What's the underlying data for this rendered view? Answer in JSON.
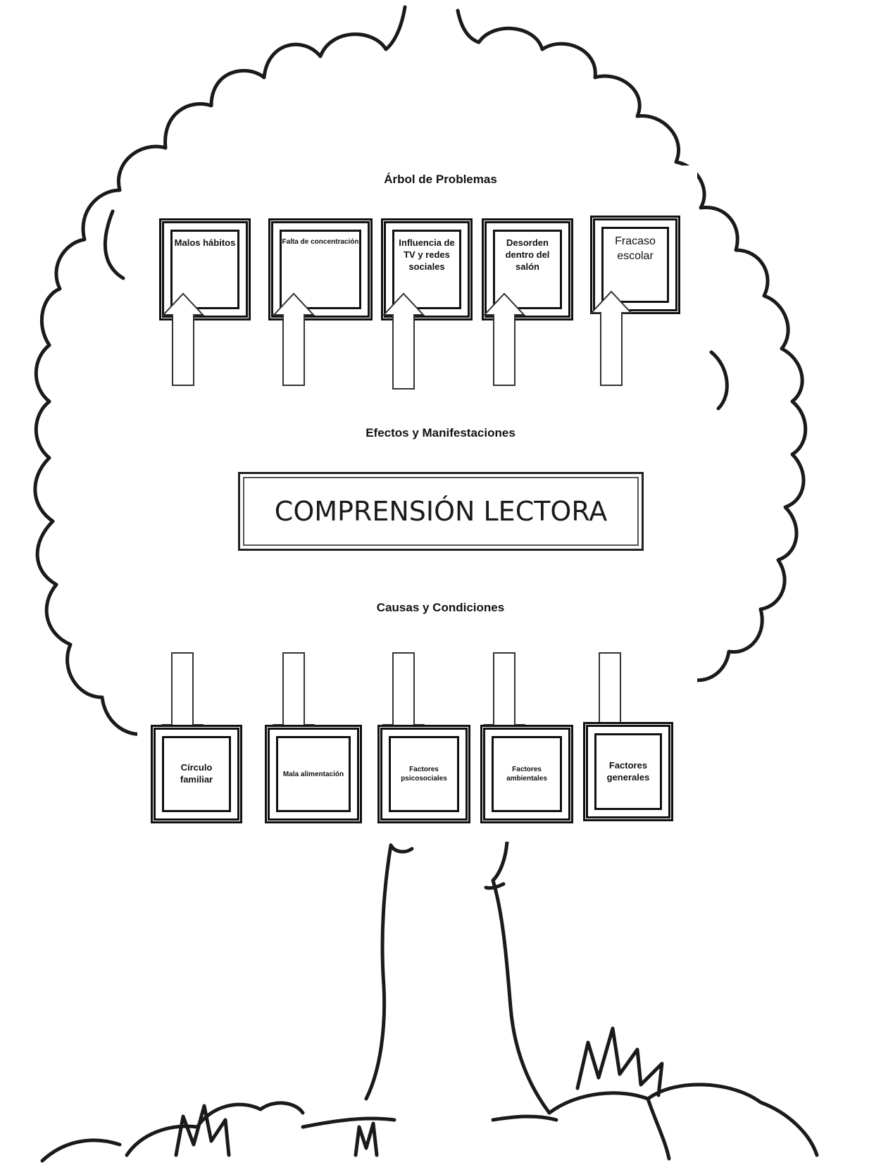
{
  "title": "Árbol de Problemas",
  "effects_heading": "Efectos y Manifestaciones",
  "center_problem": "COMPRENSIÓN LECTORA",
  "causes_heading": "Causas y Condiciones",
  "effects": [
    {
      "label": "Malos hábitos"
    },
    {
      "label": "Falta de concentración"
    },
    {
      "label": "Influencia de TV y redes sociales"
    },
    {
      "label": "Desorden dentro del salón"
    },
    {
      "label": "Fracaso escolar"
    }
  ],
  "causes": [
    {
      "label": "Círculo familiar"
    },
    {
      "label": "Mala alimentación"
    },
    {
      "label": "Factores psicosociales"
    },
    {
      "label": "Factores ambientales"
    },
    {
      "label": "Factores generales"
    }
  ]
}
